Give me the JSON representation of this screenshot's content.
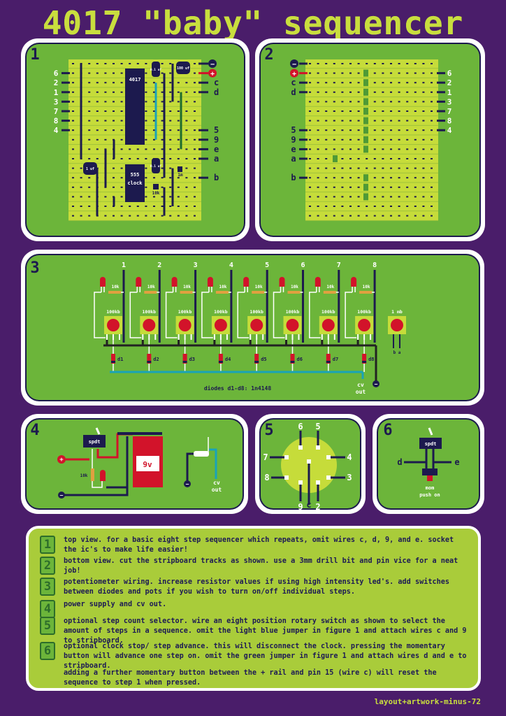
{
  "title": "4017 \"baby\" sequencer",
  "colors": {
    "background": "#4a1d6a",
    "panel": "#6cb53a",
    "board": "#c6dc3a",
    "navy": "#1c1a4e",
    "red": "#d2132a",
    "cyan": "#19a3b8",
    "dark_green": "#1e6b2e",
    "instructions_bg": "#a9cc3a"
  },
  "panel1": {
    "number": "1",
    "chip_4017": "4017",
    "chip_555": "555",
    "chip_555_sub": "clock",
    "cap_top_small": "0.1 uf",
    "cap_top_big": "100 uf",
    "cap_left": "1 uf",
    "cap_mid_small": "0.1 uf",
    "res_1m": "1m",
    "res_10k": "10k",
    "left_labels": [
      "6",
      "2",
      "1",
      "3",
      "7",
      "8",
      "4"
    ],
    "right_labels": [
      "−",
      "+",
      "c",
      "d",
      "5",
      "9",
      "e",
      "a",
      "b"
    ]
  },
  "panel2": {
    "number": "2",
    "left_labels": [
      "−",
      "+",
      "c",
      "d",
      "5",
      "9",
      "e",
      "a",
      "b"
    ],
    "right_labels": [
      "6",
      "2",
      "1",
      "3",
      "7",
      "8",
      "4"
    ]
  },
  "panel3": {
    "number": "3",
    "steps": [
      {
        "num": "1",
        "res": "10k",
        "pot": "100kb",
        "diode": "d1"
      },
      {
        "num": "2",
        "res": "10k",
        "pot": "100kb",
        "diode": "d2"
      },
      {
        "num": "3",
        "res": "10k",
        "pot": "100kb",
        "diode": "d3"
      },
      {
        "num": "4",
        "res": "10k",
        "pot": "100kb",
        "diode": "d4"
      },
      {
        "num": "5",
        "res": "10k",
        "pot": "100kb",
        "diode": "d5"
      },
      {
        "num": "6",
        "res": "10k",
        "pot": "100kb",
        "diode": "d6"
      },
      {
        "num": "7",
        "res": "10k",
        "pot": "100kb",
        "diode": "d7"
      },
      {
        "num": "8",
        "res": "10k",
        "pot": "100kb",
        "diode": "d8"
      }
    ],
    "clock_pot": "1 mb",
    "clock_pot_pins": "b a",
    "diodes_note": "diodes d1-d8: 1n4148",
    "cv_out": [
      "cv",
      "out"
    ],
    "minus": "−"
  },
  "panel4": {
    "number": "4",
    "switch": "spdt",
    "battery": "9v",
    "resistor": "10k",
    "plus": "+",
    "minus": "−",
    "cv_out": [
      "cv",
      "out"
    ]
  },
  "panel5": {
    "number": "5",
    "pins": {
      "p6": "6",
      "p5": "5",
      "p7": "7",
      "p4": "4",
      "p8": "8",
      "p3": "3",
      "p9": "9",
      "pc": "c",
      "p2": "2"
    }
  },
  "panel6": {
    "number": "6",
    "switch": "spdt",
    "left": "d",
    "right": "e",
    "button": [
      "mom",
      "push on"
    ]
  },
  "instructions": [
    {
      "num": "1",
      "text": "top view. for a basic eight step sequencer which repeats, omit wires c, d, 9, and e. socket the ic's to make life easier!"
    },
    {
      "num": "2",
      "text": "bottom view. cut the stripboard tracks as shown. use a 3mm drill bit and pin vice for a neat job!"
    },
    {
      "num": "3",
      "text": "potentiometer wiring. increase resistor values if using high intensity led's. add switches between diodes and pots if you wish to turn on/off individual steps."
    },
    {
      "num": "4",
      "text": "power supply and cv out."
    },
    {
      "num": "5",
      "text": "optional step count selector. wire an eight position rotary switch as shown to select the amount of steps in a sequence. omit the light blue jumper in figure 1 and attach wires c and 9 to stripboard."
    },
    {
      "num": "6",
      "text": "optional clock stop/ step advance. this will disconnect the clock. pressing the momentary button will advance one step on. omit the green jumper in figure 1 and attach wires d and e to stripboard."
    },
    {
      "num": "",
      "text": "adding a further momentary button between the + rail and pin 15 (wire c) will reset the sequence to step 1 when pressed."
    }
  ],
  "credit": "layout+artwork-minus-72"
}
